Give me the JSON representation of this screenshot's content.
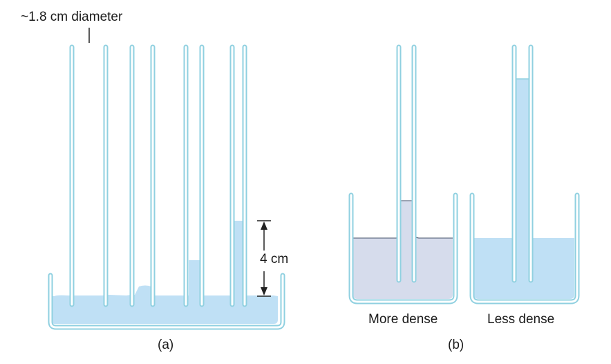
{
  "panel_a": {
    "diameter_label": "~1.8 cm diameter",
    "height_label": "4 cm",
    "caption": "(a)"
  },
  "panel_b": {
    "left_label": "More dense",
    "right_label": "Less dense",
    "caption": "(b)"
  },
  "colors": {
    "outline": "#8fd0e0",
    "water": "#bfe0f5",
    "dense_fluid": "#d6dcec",
    "line": "#222222"
  }
}
